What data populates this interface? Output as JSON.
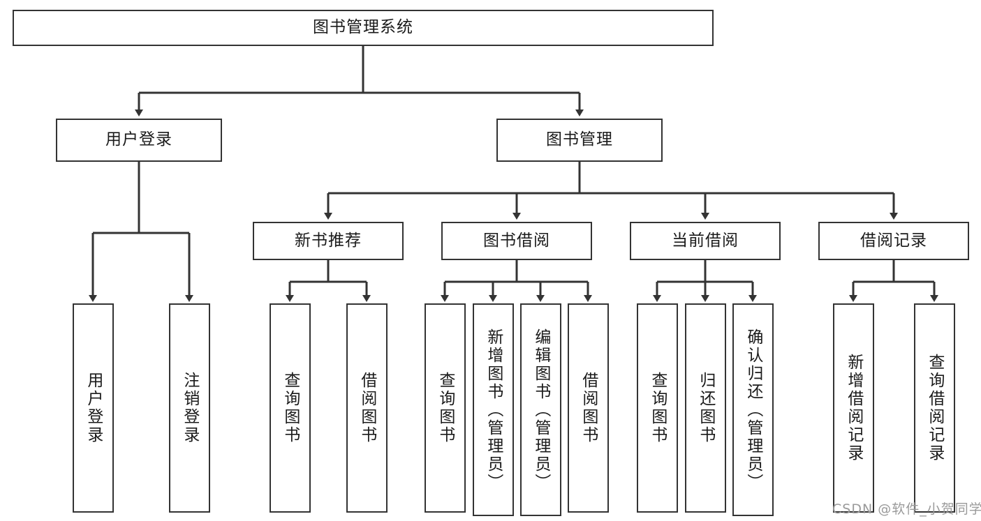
{
  "diagram": {
    "title_text": "图书管理系统",
    "type": "tree-hierarchy-diagram",
    "stroke_color": "#333333",
    "background_color": "#ffffff",
    "text_color": "#1a1a1a"
  },
  "root": {
    "label": "图书管理系统"
  },
  "level2": [
    {
      "label": "用户登录"
    },
    {
      "label": "图书管理"
    }
  ],
  "level3": [
    {
      "label": "新书推荐"
    },
    {
      "label": "图书借阅"
    },
    {
      "label": "当前借阅"
    },
    {
      "label": "借阅记录"
    }
  ],
  "leaves": {
    "user_login": [
      {
        "label": "用户登录"
      },
      {
        "label": "注销登录"
      }
    ],
    "new_book_recommend": [
      {
        "label": "查询图书"
      },
      {
        "label": "借阅图书"
      }
    ],
    "book_borrow": [
      {
        "label": "查询图书"
      },
      {
        "label": "新增图书（管理员）"
      },
      {
        "label": "编辑图书（管理员）"
      },
      {
        "label": "借阅图书"
      }
    ],
    "current_borrow": [
      {
        "label": "查询图书"
      },
      {
        "label": "归还图书"
      },
      {
        "label": "确认归还（管理员）"
      }
    ],
    "borrow_record": [
      {
        "label": "新增借阅记录"
      },
      {
        "label": "查询借阅记录"
      }
    ]
  },
  "watermark": {
    "text": "CSDN @软件_小贺同学"
  }
}
